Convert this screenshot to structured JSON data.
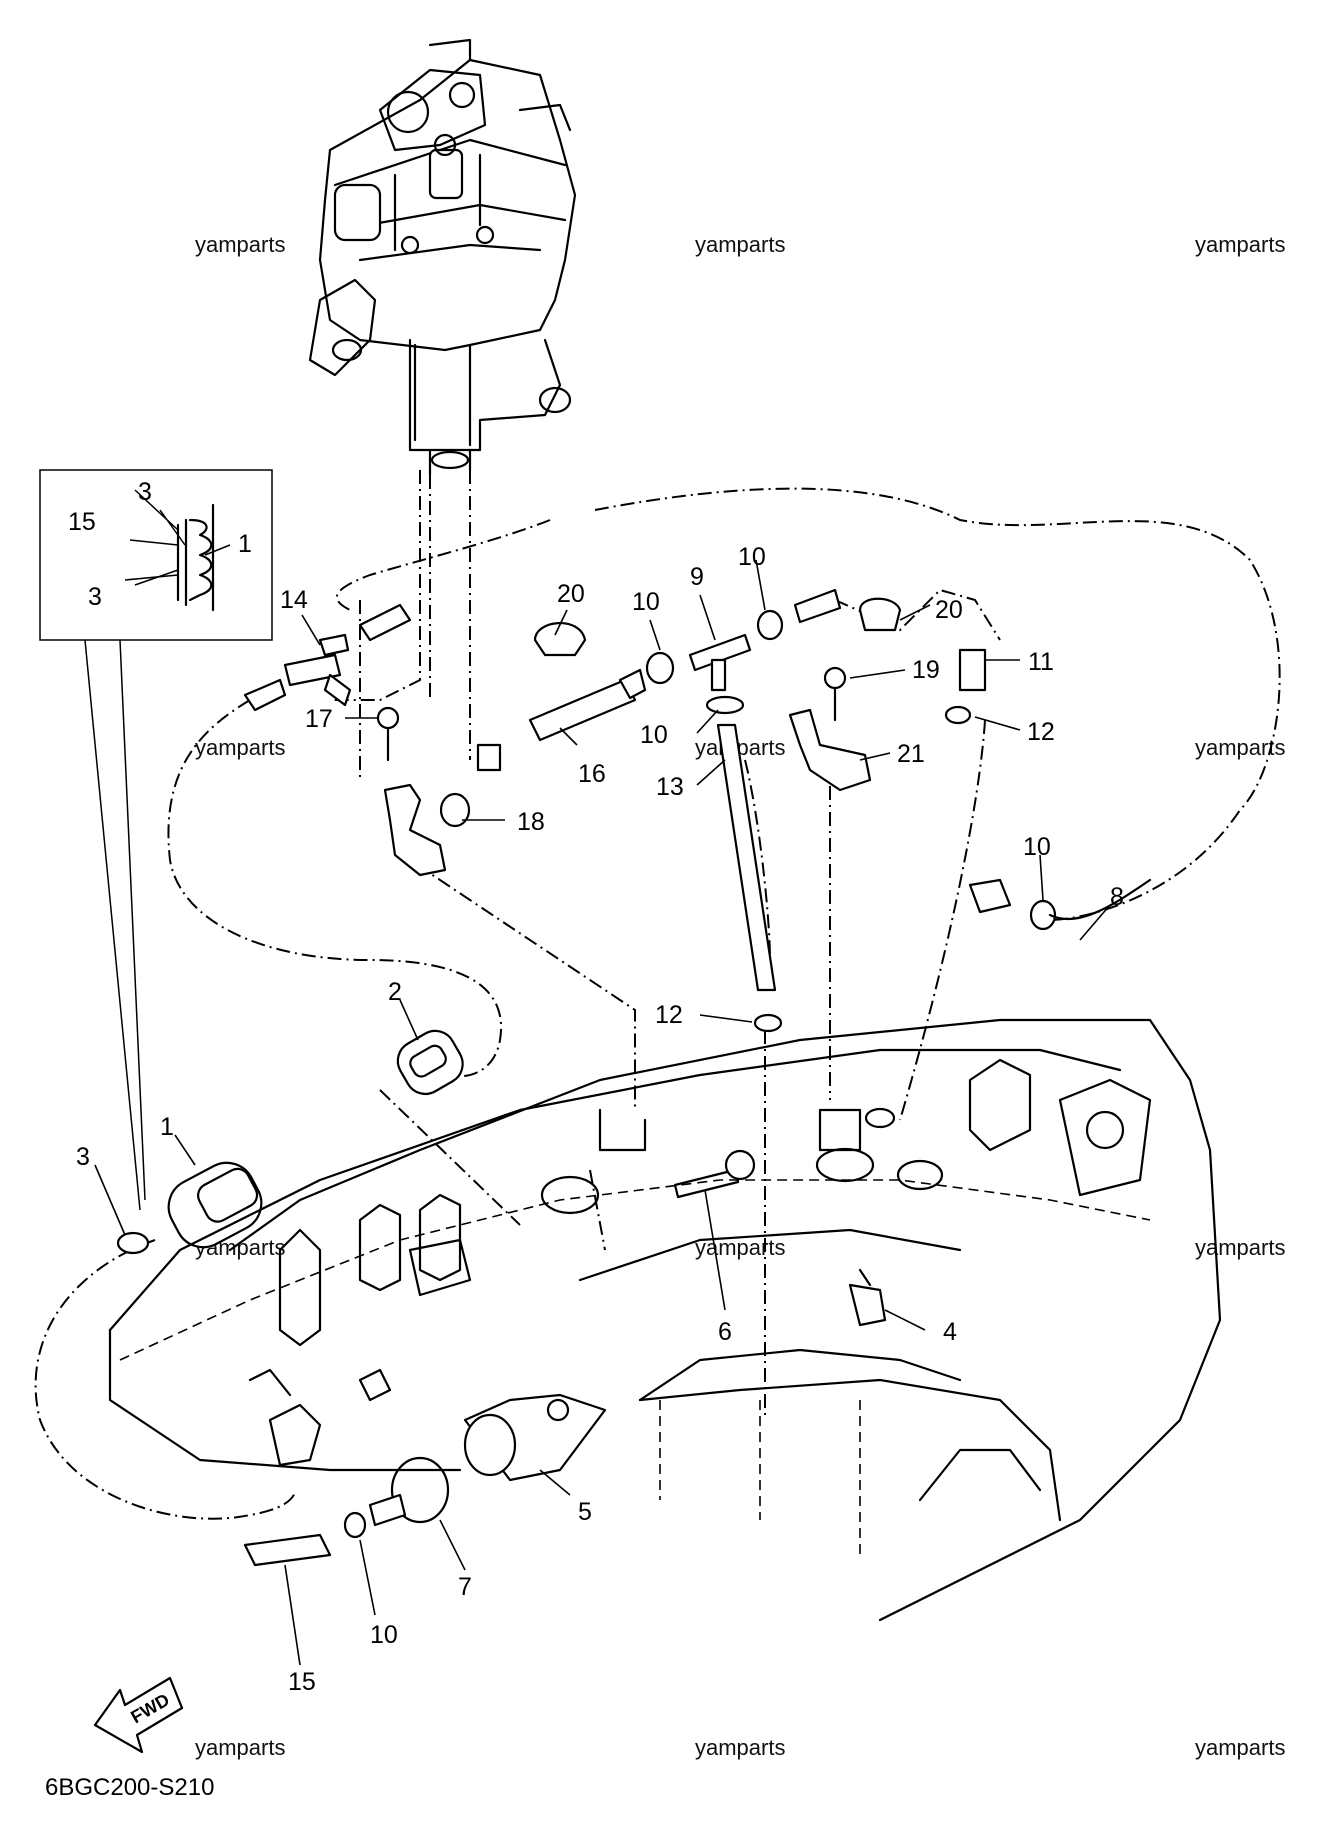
{
  "diagram_code": "6BGC200-S210",
  "watermark_text": "yamparts",
  "fwd_label": "FWD",
  "callouts": {
    "c1_inset": "1",
    "c3_inset_top": "3",
    "c15_inset": "15",
    "c3_inset_bot": "3",
    "c14": "14",
    "c20a": "20",
    "c10a": "10",
    "c9": "9",
    "c10b": "10",
    "c20b": "20",
    "c11": "11",
    "c19": "19",
    "c17": "17",
    "c10c": "10",
    "c12a": "12",
    "c16": "16",
    "c13": "13",
    "c21": "21",
    "c18": "18",
    "c10d": "10",
    "c8": "8",
    "c2": "2",
    "c12b": "12",
    "c1": "1",
    "c3": "3",
    "c6": "6",
    "c4": "4",
    "c5": "5",
    "c7": "7",
    "c10e": "10",
    "c15": "15"
  }
}
